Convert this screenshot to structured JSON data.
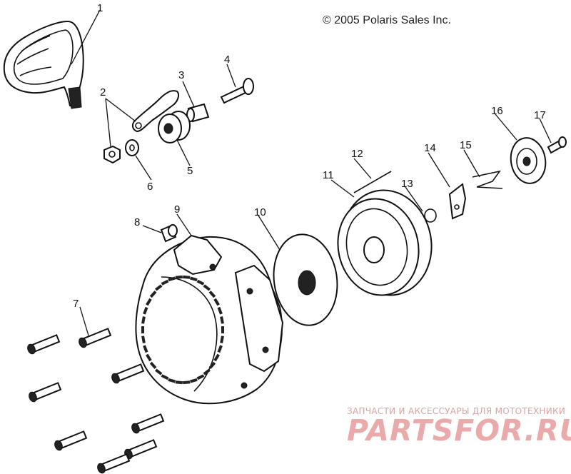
{
  "copyright": "© 2005 Polaris Sales Inc.",
  "watermark": {
    "line": "ЗАПЧАСТИ И АКСЕССУАРЫ ДЛЯ МОТОТЕХНИКИ",
    "logo": "PARTSFOR.RU",
    "color": "#e8a1a1"
  },
  "callouts": [
    {
      "id": "c1",
      "label": "1"
    },
    {
      "id": "c2",
      "label": "2"
    },
    {
      "id": "c3",
      "label": "3"
    },
    {
      "id": "c4",
      "label": "4"
    },
    {
      "id": "c5",
      "label": "5"
    },
    {
      "id": "c6",
      "label": "6"
    },
    {
      "id": "c7",
      "label": "7"
    },
    {
      "id": "c8",
      "label": "8"
    },
    {
      "id": "c9",
      "label": "9"
    },
    {
      "id": "c10",
      "label": "10"
    },
    {
      "id": "c11",
      "label": "11"
    },
    {
      "id": "c12",
      "label": "12"
    },
    {
      "id": "c13",
      "label": "13"
    },
    {
      "id": "c14",
      "label": "14"
    },
    {
      "id": "c15",
      "label": "15"
    },
    {
      "id": "c16",
      "label": "16"
    },
    {
      "id": "c17",
      "label": "17"
    }
  ]
}
